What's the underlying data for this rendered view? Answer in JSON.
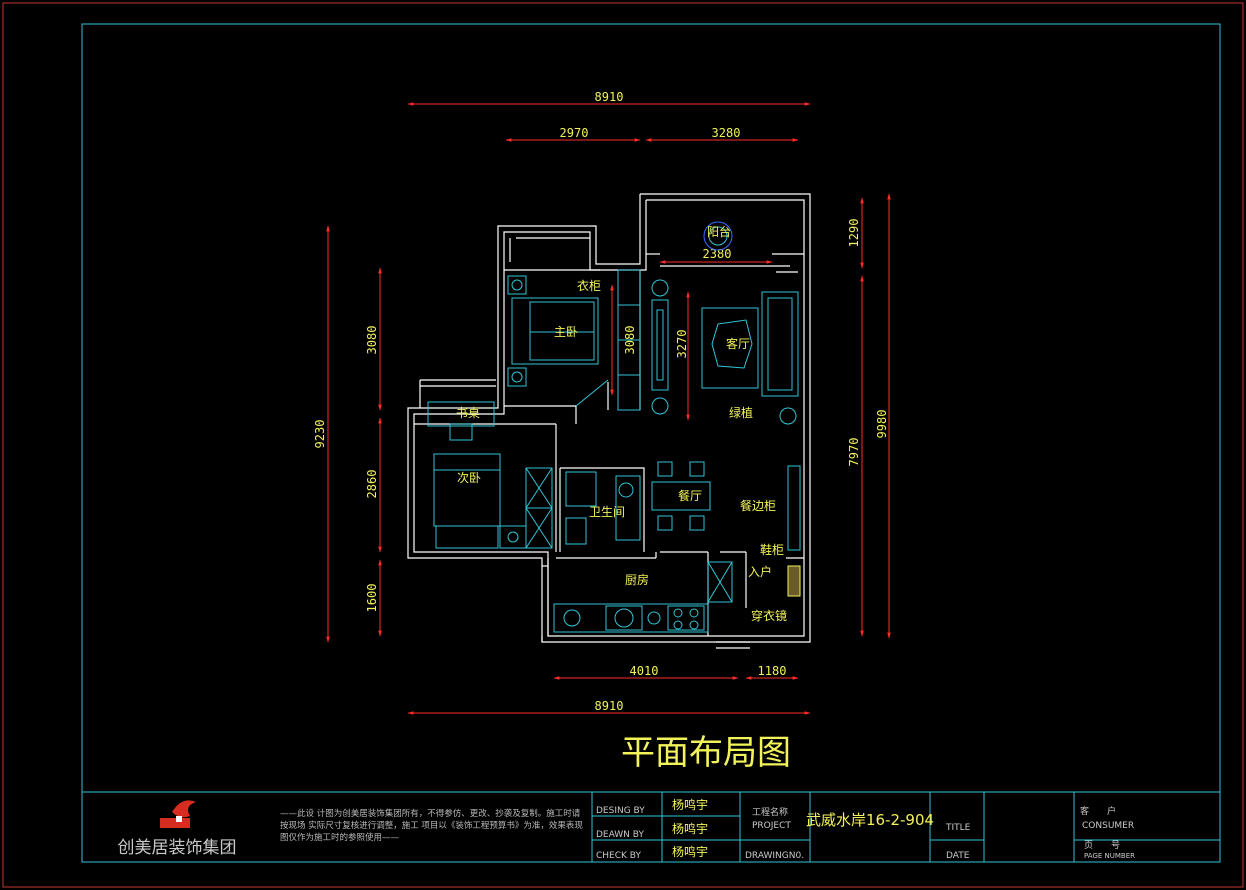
{
  "drawing": {
    "title": "平面布局图",
    "colors": {
      "frame": "#33c4d6",
      "wall": "#ffffff",
      "furniture": "#33c4d6",
      "dimension": "#ff2a2a",
      "text": "#f2f25a",
      "background": "#000000"
    }
  },
  "dimensions": {
    "top_total": "8910",
    "top_left": "2970",
    "top_right": "3280",
    "bottom_total": "8910",
    "bottom_left": "4010",
    "bottom_right": "1180",
    "left_total": "9230",
    "left_top": "3080",
    "left_mid": "2860",
    "left_bottom": "1600",
    "right_total": "9980",
    "right_top": "1290",
    "right_mid": "7970",
    "inner_balcony": "2380",
    "inner_bedroom": "3080",
    "inner_living": "3270"
  },
  "rooms": {
    "balcony": "阳台",
    "wardrobe": "衣柜",
    "master_bedroom": "主卧",
    "living_room": "客厅",
    "plant": "绿植",
    "desk": "书桌",
    "second_bedroom": "次卧",
    "bathroom": "卫生间",
    "dining": "餐厅",
    "sideboard": "餐边柜",
    "shoe_cabinet": "鞋柜",
    "entrance": "入户",
    "kitchen": "厨房",
    "dressing_mirror": "穿衣镜"
  },
  "title_block": {
    "company": "创美居装饰集团",
    "notice": "——此设 计图为创美居装饰集团所有，不得参仿、更改、抄袭及复制。施工时请按现场 实际尺寸复核进行调整，施工 项目以《装饰工程预算书》为准，效果表现图仅作为施工时的参照使用——",
    "design_label": "DESING BY",
    "drawn_label": "DEAWN BY",
    "check_label": "CHECK BY",
    "designer": "杨鸣宇",
    "drawer": "杨鸣宇",
    "checker": "杨鸣宇",
    "project_label_cn": "工程名称",
    "project_label": "PROJECT",
    "drawing_no_label": "DRAWINGN0.",
    "project_name": "武威水岸16-2-904",
    "title_label": "TITLE",
    "date_label": "DATE",
    "consumer_label": "CONSUMER",
    "page_label": "PAGE NUMBER",
    "consumer_cn": "客　　户",
    "page_cn": "页　　号"
  }
}
